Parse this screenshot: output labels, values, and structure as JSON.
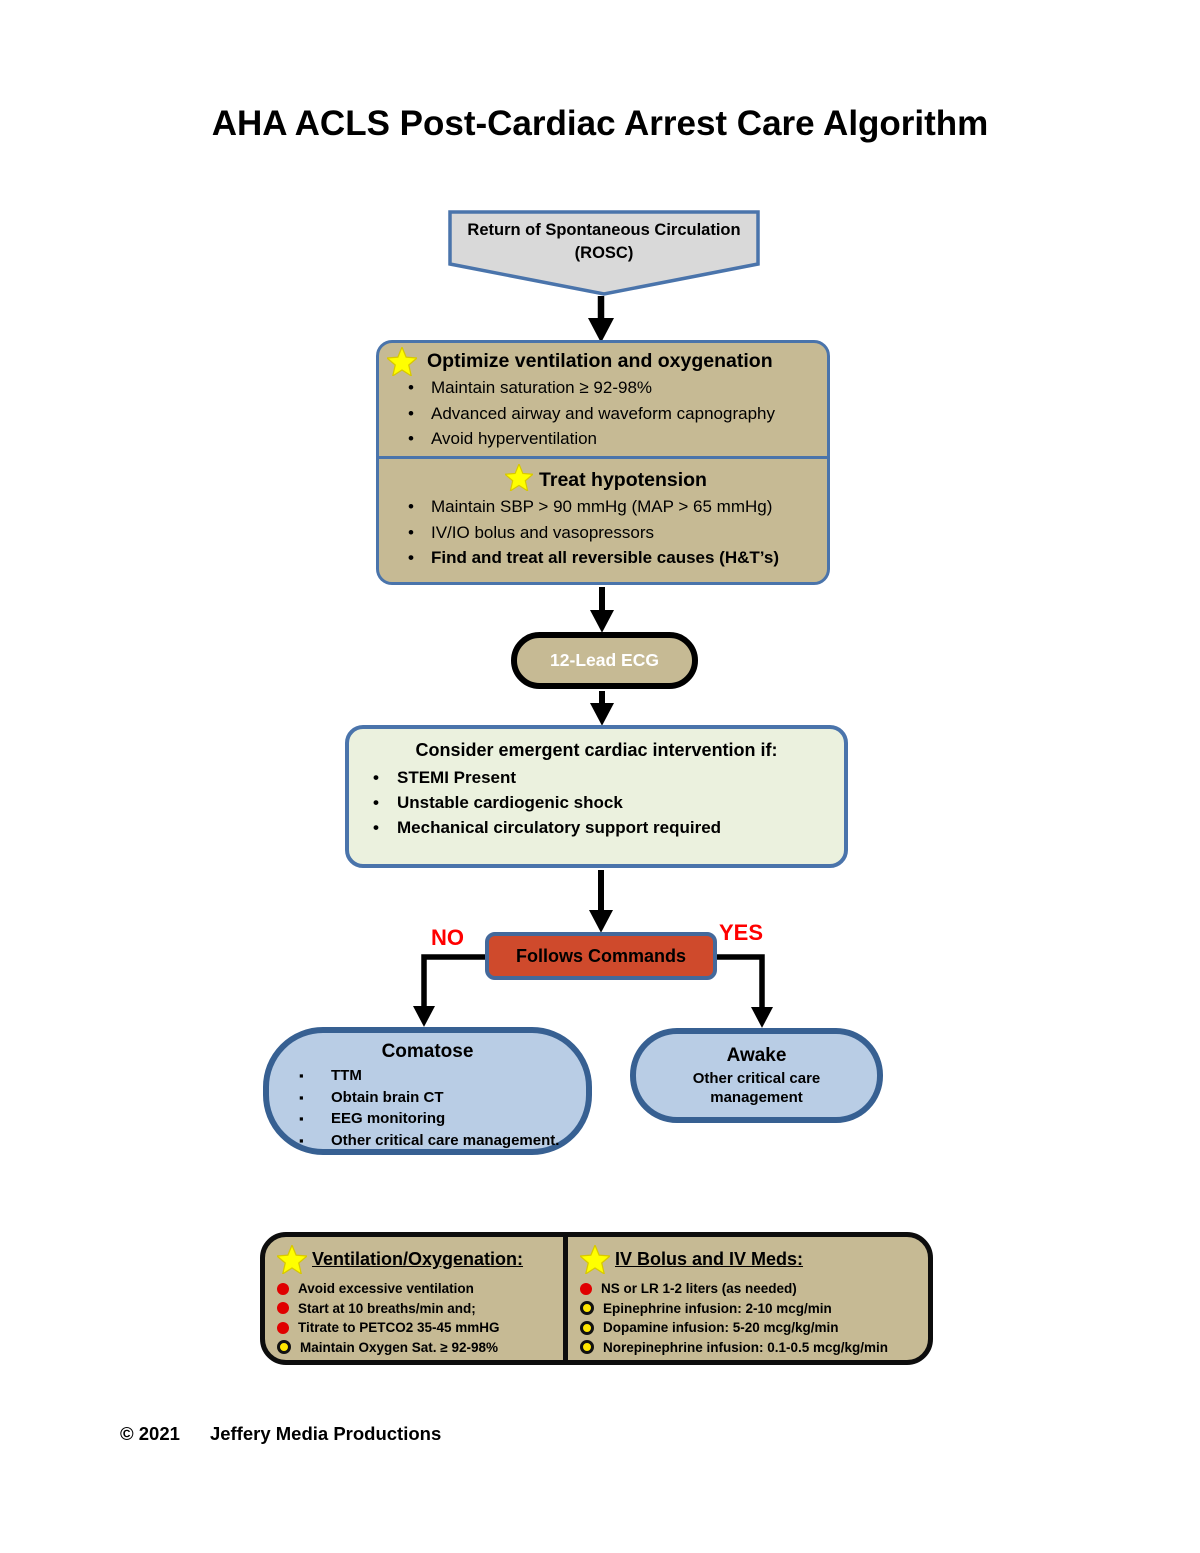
{
  "title": "AHA ACLS Post-Cardiac Arrest Care Algorithm",
  "colors": {
    "tan_fill": "#c6ba94",
    "blue_border": "#4a74ab",
    "gray_fill": "#d9d9d9",
    "light_green_fill": "#ebf1de",
    "decision_red_fill": "#cf4a2c",
    "outcome_blue_fill": "#b9cde5",
    "outcome_blue_border": "#376092",
    "label_red": "#ff0000",
    "star_yellow": "#ffff00",
    "dot_red": "#e00000",
    "dot_yellow": "#ffe600"
  },
  "rosc": {
    "line1": "Return of Spontaneous Circulation",
    "line2": "(ROSC)"
  },
  "optimize": {
    "heading": "Optimize ventilation and oxygenation",
    "bullets": [
      "Maintain saturation ≥ 92-98%",
      "Advanced airway and waveform capnography",
      "Avoid hyperventilation"
    ]
  },
  "treat": {
    "heading": "Treat hypotension",
    "bullets": [
      "Maintain SBP > 90 mmHg (MAP > 65 mmHg)",
      "IV/IO bolus and vasopressors"
    ],
    "emphasis_bullet": "Find and treat all reversible causes (H&T’s)"
  },
  "ecg": {
    "label": "12-Lead ECG"
  },
  "consider": {
    "heading": "Consider emergent cardiac intervention if:",
    "bullets": [
      "STEMI Present",
      "Unstable cardiogenic shock",
      "Mechanical circulatory support required"
    ]
  },
  "decision": {
    "label": "Follows Commands",
    "no": "NO",
    "yes": "YES"
  },
  "comatose": {
    "heading": "Comatose",
    "bullets": [
      "TTM",
      "Obtain brain CT",
      "EEG monitoring",
      "Other critical care management."
    ]
  },
  "awake": {
    "heading": "Awake",
    "subtext": "Other critical care management"
  },
  "reference": {
    "ventilation": {
      "heading": "Ventilation/Oxygenation:",
      "items": [
        {
          "marker": "red",
          "text": "Avoid excessive ventilation"
        },
        {
          "marker": "red",
          "text": "Start at 10 breaths/min and;"
        },
        {
          "marker": "red",
          "text": "Titrate to PETCO2 35-45 mmHG"
        },
        {
          "marker": "yellow",
          "text": "Maintain Oxygen Sat. ≥ 92-98%"
        }
      ]
    },
    "iv": {
      "heading": "IV Bolus and IV Meds:",
      "items": [
        {
          "marker": "red",
          "text": "NS or LR 1-2 liters (as needed)"
        },
        {
          "marker": "yellow",
          "text": "Epinephrine infusion: 2-10 mcg/min"
        },
        {
          "marker": "yellow",
          "text": "Dopamine infusion: 5-20 mcg/kg/min"
        },
        {
          "marker": "yellow",
          "text": "Norepinephrine infusion: 0.1-0.5 mcg/kg/min"
        }
      ]
    }
  },
  "footer": {
    "copyright": "© 2021",
    "owner": "Jeffery Media Productions"
  }
}
